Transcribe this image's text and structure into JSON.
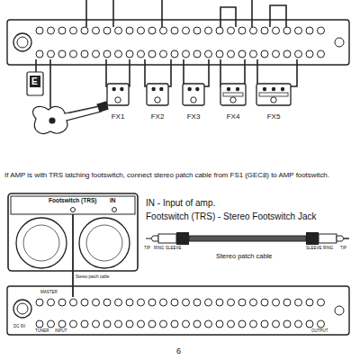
{
  "diagram": {
    "nodes": [
      {
        "text": [
          "FX1"
        ]
      },
      {
        "text": [
          "FX2"
        ]
      },
      {
        "text": [
          "FX3"
        ]
      },
      {
        "text": [
          "FX4"
        ]
      },
      {
        "text": [
          "FX5"
        ]
      },
      {
        "text": [
          "Footswitch (TRS)",
          "IN"
        ]
      }
    ],
    "labels": [
      "E",
      "If AMP is with TRS latching footswitch, connect stereo patch cable from FS1 (GEC8) to AMP footswitch.",
      "IN - Input of amp.",
      "Footswitch (TRS) - Stereo Footswitch Jack",
      "TIP",
      "RING",
      "SLEEVE",
      "SLEEVE",
      "RING",
      "TIP",
      "Stereo patch cable",
      "Stereo patch cable",
      "6",
      "MASTER",
      "DC 9V",
      "TUNER",
      "INPUT",
      "OUTPUT"
    ]
  }
}
